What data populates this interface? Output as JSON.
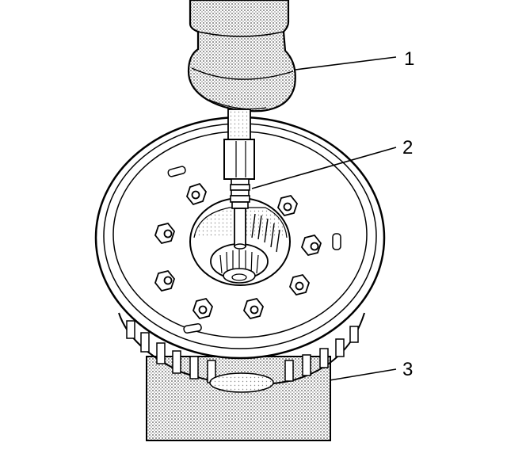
{
  "figure": {
    "callouts": [
      {
        "label": "1",
        "part": "pilot-handle-tool"
      },
      {
        "label": "2",
        "part": "pilot-pin"
      },
      {
        "label": "3",
        "part": "holding-fixture-block"
      }
    ],
    "colors": {
      "ink": "#000000",
      "stipple": "#bdbdbd",
      "background": "#ffffff"
    }
  }
}
